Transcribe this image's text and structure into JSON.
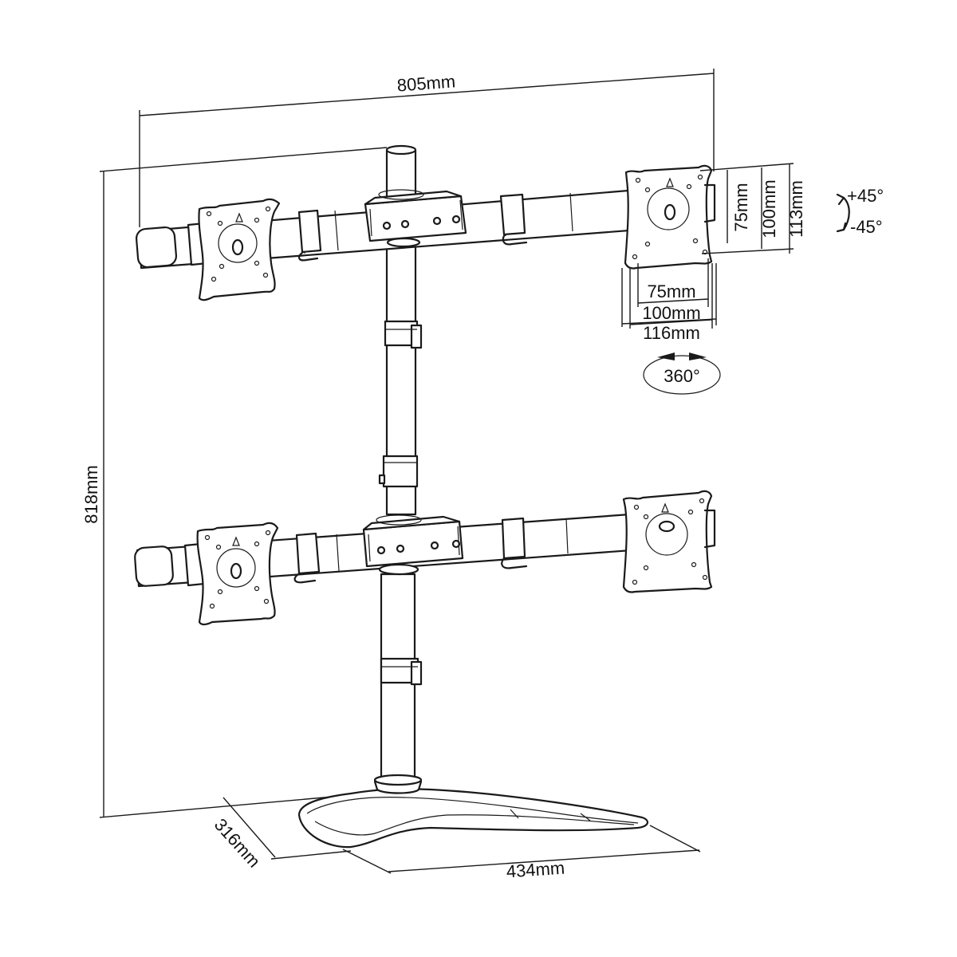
{
  "dimensions": {
    "width_total": "805mm",
    "height_total": "818mm",
    "base_depth": "316mm",
    "base_width": "434mm",
    "vesa_h_75": "75mm",
    "vesa_h_100": "100mm",
    "plate_h_116": "116mm",
    "vesa_v_75": "75mm",
    "vesa_v_100": "100mm",
    "plate_v_113": "113mm"
  },
  "tilt": {
    "up": "+45°",
    "down": "-45°"
  },
  "rotation": {
    "label": "360°"
  },
  "colors": {
    "line": "#1a1a1a",
    "background": "#ffffff"
  }
}
